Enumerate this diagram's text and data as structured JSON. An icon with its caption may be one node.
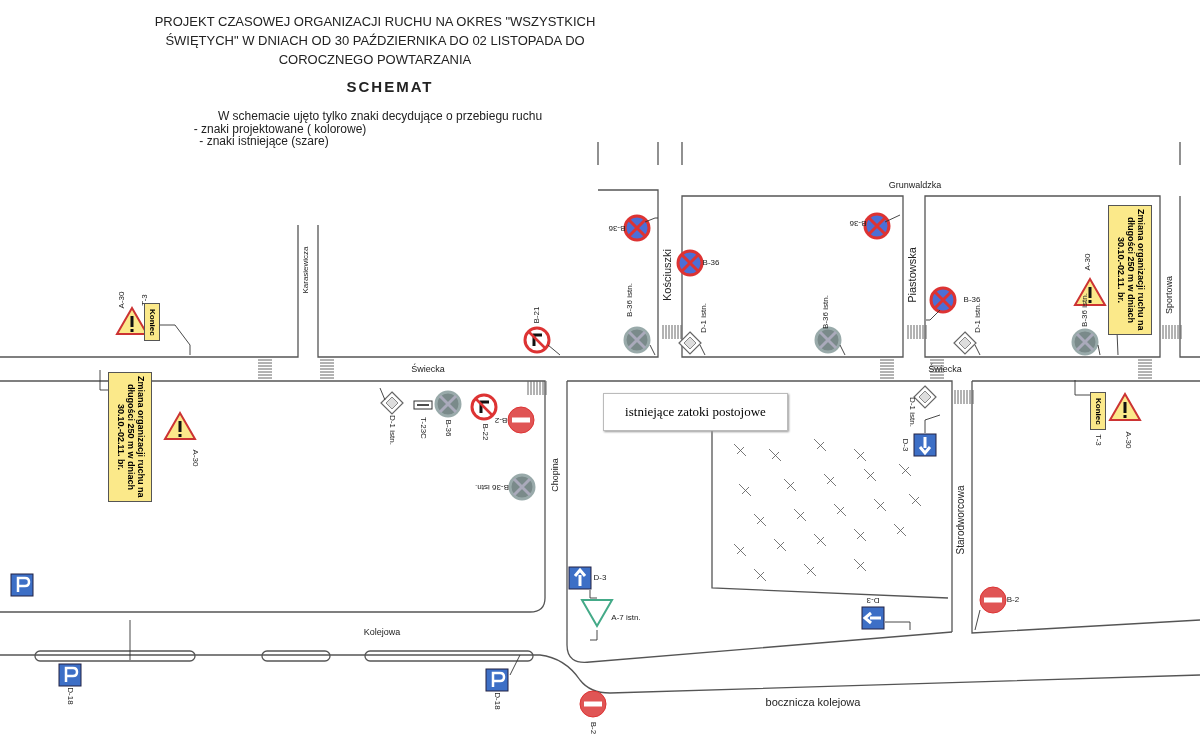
{
  "diagram": {
    "title": "PROJEKT CZASOWEJ ORGANIZACJI RUCHU NA OKRES \"WSZYSTKICH ŚWIĘTYCH\" W DNIACH OD 30 PAŹDZIERNIKA DO 02 LISTOPADA DO COROCZNEGO POWTARZANIA",
    "nodes": [
      {
        "text": [
          "istniejące zatoki postojowe"
        ]
      },
      {
        "text": [
          "Koniec"
        ]
      },
      {
        "text": [
          "Zmiana organizacji ruchu na długości 250 m w dniach 30.10.-02.11. br."
        ]
      },
      {
        "text": [
          "Zmiana organizacji ruchu na długości 250 m w dniach 30.10.-02.11. br."
        ]
      },
      {
        "text": [
          "Koniec"
        ]
      }
    ],
    "labels": [
      "SCHEMAT",
      "W schemacie ujęto tylko znaki decydujące  o przebiegu ruchu",
      "- znaki projektowane ( kolorowe)",
      "- znaki istniejące (szare)",
      "Grunwaldzka",
      "B-36",
      "B-36",
      "A-30",
      "T-3",
      "Karasiewicza",
      "B-21",
      "B-36 istn.",
      "Kościuszki",
      "B-36",
      "D-1 istn.",
      "B-36 istn.",
      "Piastowska",
      "B-36",
      "D-1 istn.",
      "A-30",
      "B-36 istn.",
      "Sportowa",
      "Świecka",
      "Świecka",
      "D-1 istn.",
      "T-23C",
      "B-36",
      "B-22",
      "B-2",
      "D-1 istn.",
      "D-3",
      "T-3",
      "A-30",
      "A-30",
      "B-36 istn.",
      "Chopina",
      "Starodworcowa",
      "D-3",
      "A-7 istn.",
      "D-3",
      "B-2",
      "Kolejowa",
      "D-18",
      "D-18",
      "B-2",
      "bocznicza kolejowa"
    ]
  }
}
